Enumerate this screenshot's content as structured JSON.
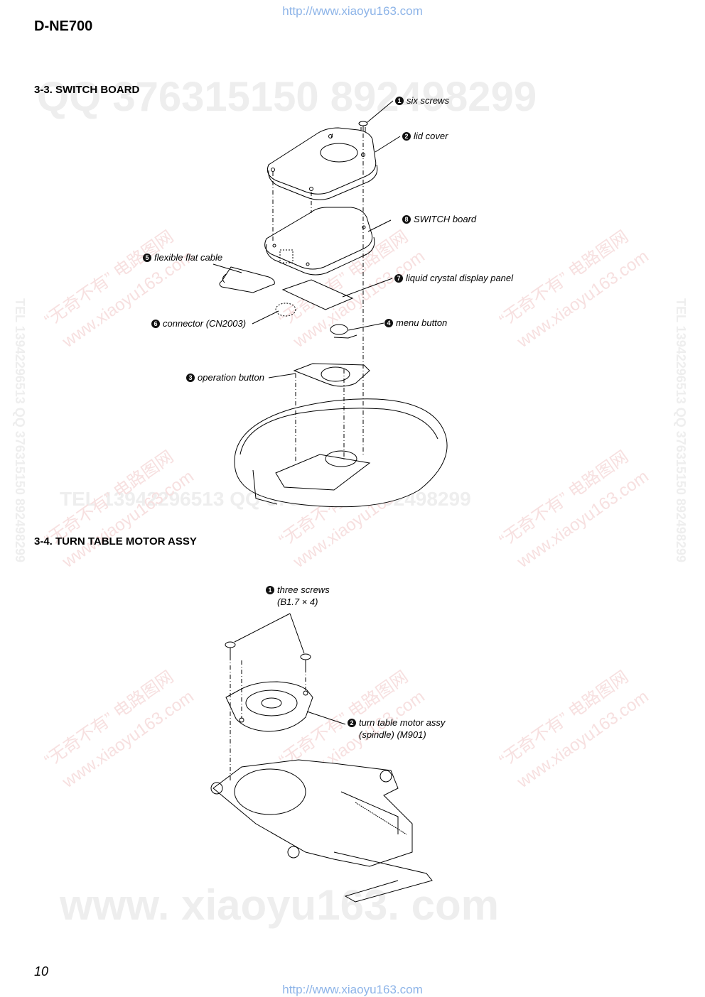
{
  "header": {
    "url": "http://www.xiaoyu163.com",
    "model": "D-NE700"
  },
  "watermarks": {
    "qq_line": "QQ 376315150   892498299",
    "tel_line": "TEL 13942296513   QQ 376315150   892498299",
    "site_big": "www. xiaoyu163. com",
    "side_text": "TEL 13942296513   QQ 376315150   892498299",
    "cn_stamp": "“无奇不有” 电路图网",
    "cn_site": "www.xiaoyu163.com"
  },
  "section_33": {
    "title": "3-3. SWITCH BOARD",
    "callouts": [
      {
        "num": "1",
        "text": "six screws"
      },
      {
        "num": "2",
        "text": "lid cover"
      },
      {
        "num": "8",
        "text": "SWITCH board"
      },
      {
        "num": "5",
        "text": "flexible flat cable"
      },
      {
        "num": "7",
        "text": "liquid crystal display panel"
      },
      {
        "num": "6",
        "text": "connector (CN2003)"
      },
      {
        "num": "4",
        "text": "menu button"
      },
      {
        "num": "3",
        "text": "operation button"
      }
    ]
  },
  "section_34": {
    "title": "3-4. TURN TABLE MOTOR ASSY",
    "callouts": [
      {
        "num": "1",
        "text": "three screws",
        "sub": "(B1.7 × 4)"
      },
      {
        "num": "2",
        "text": "turn table motor assy",
        "sub": "(spindle) (M901)"
      }
    ]
  },
  "footer": {
    "page_number": "10",
    "url": "http://www.xiaoyu163.com"
  }
}
